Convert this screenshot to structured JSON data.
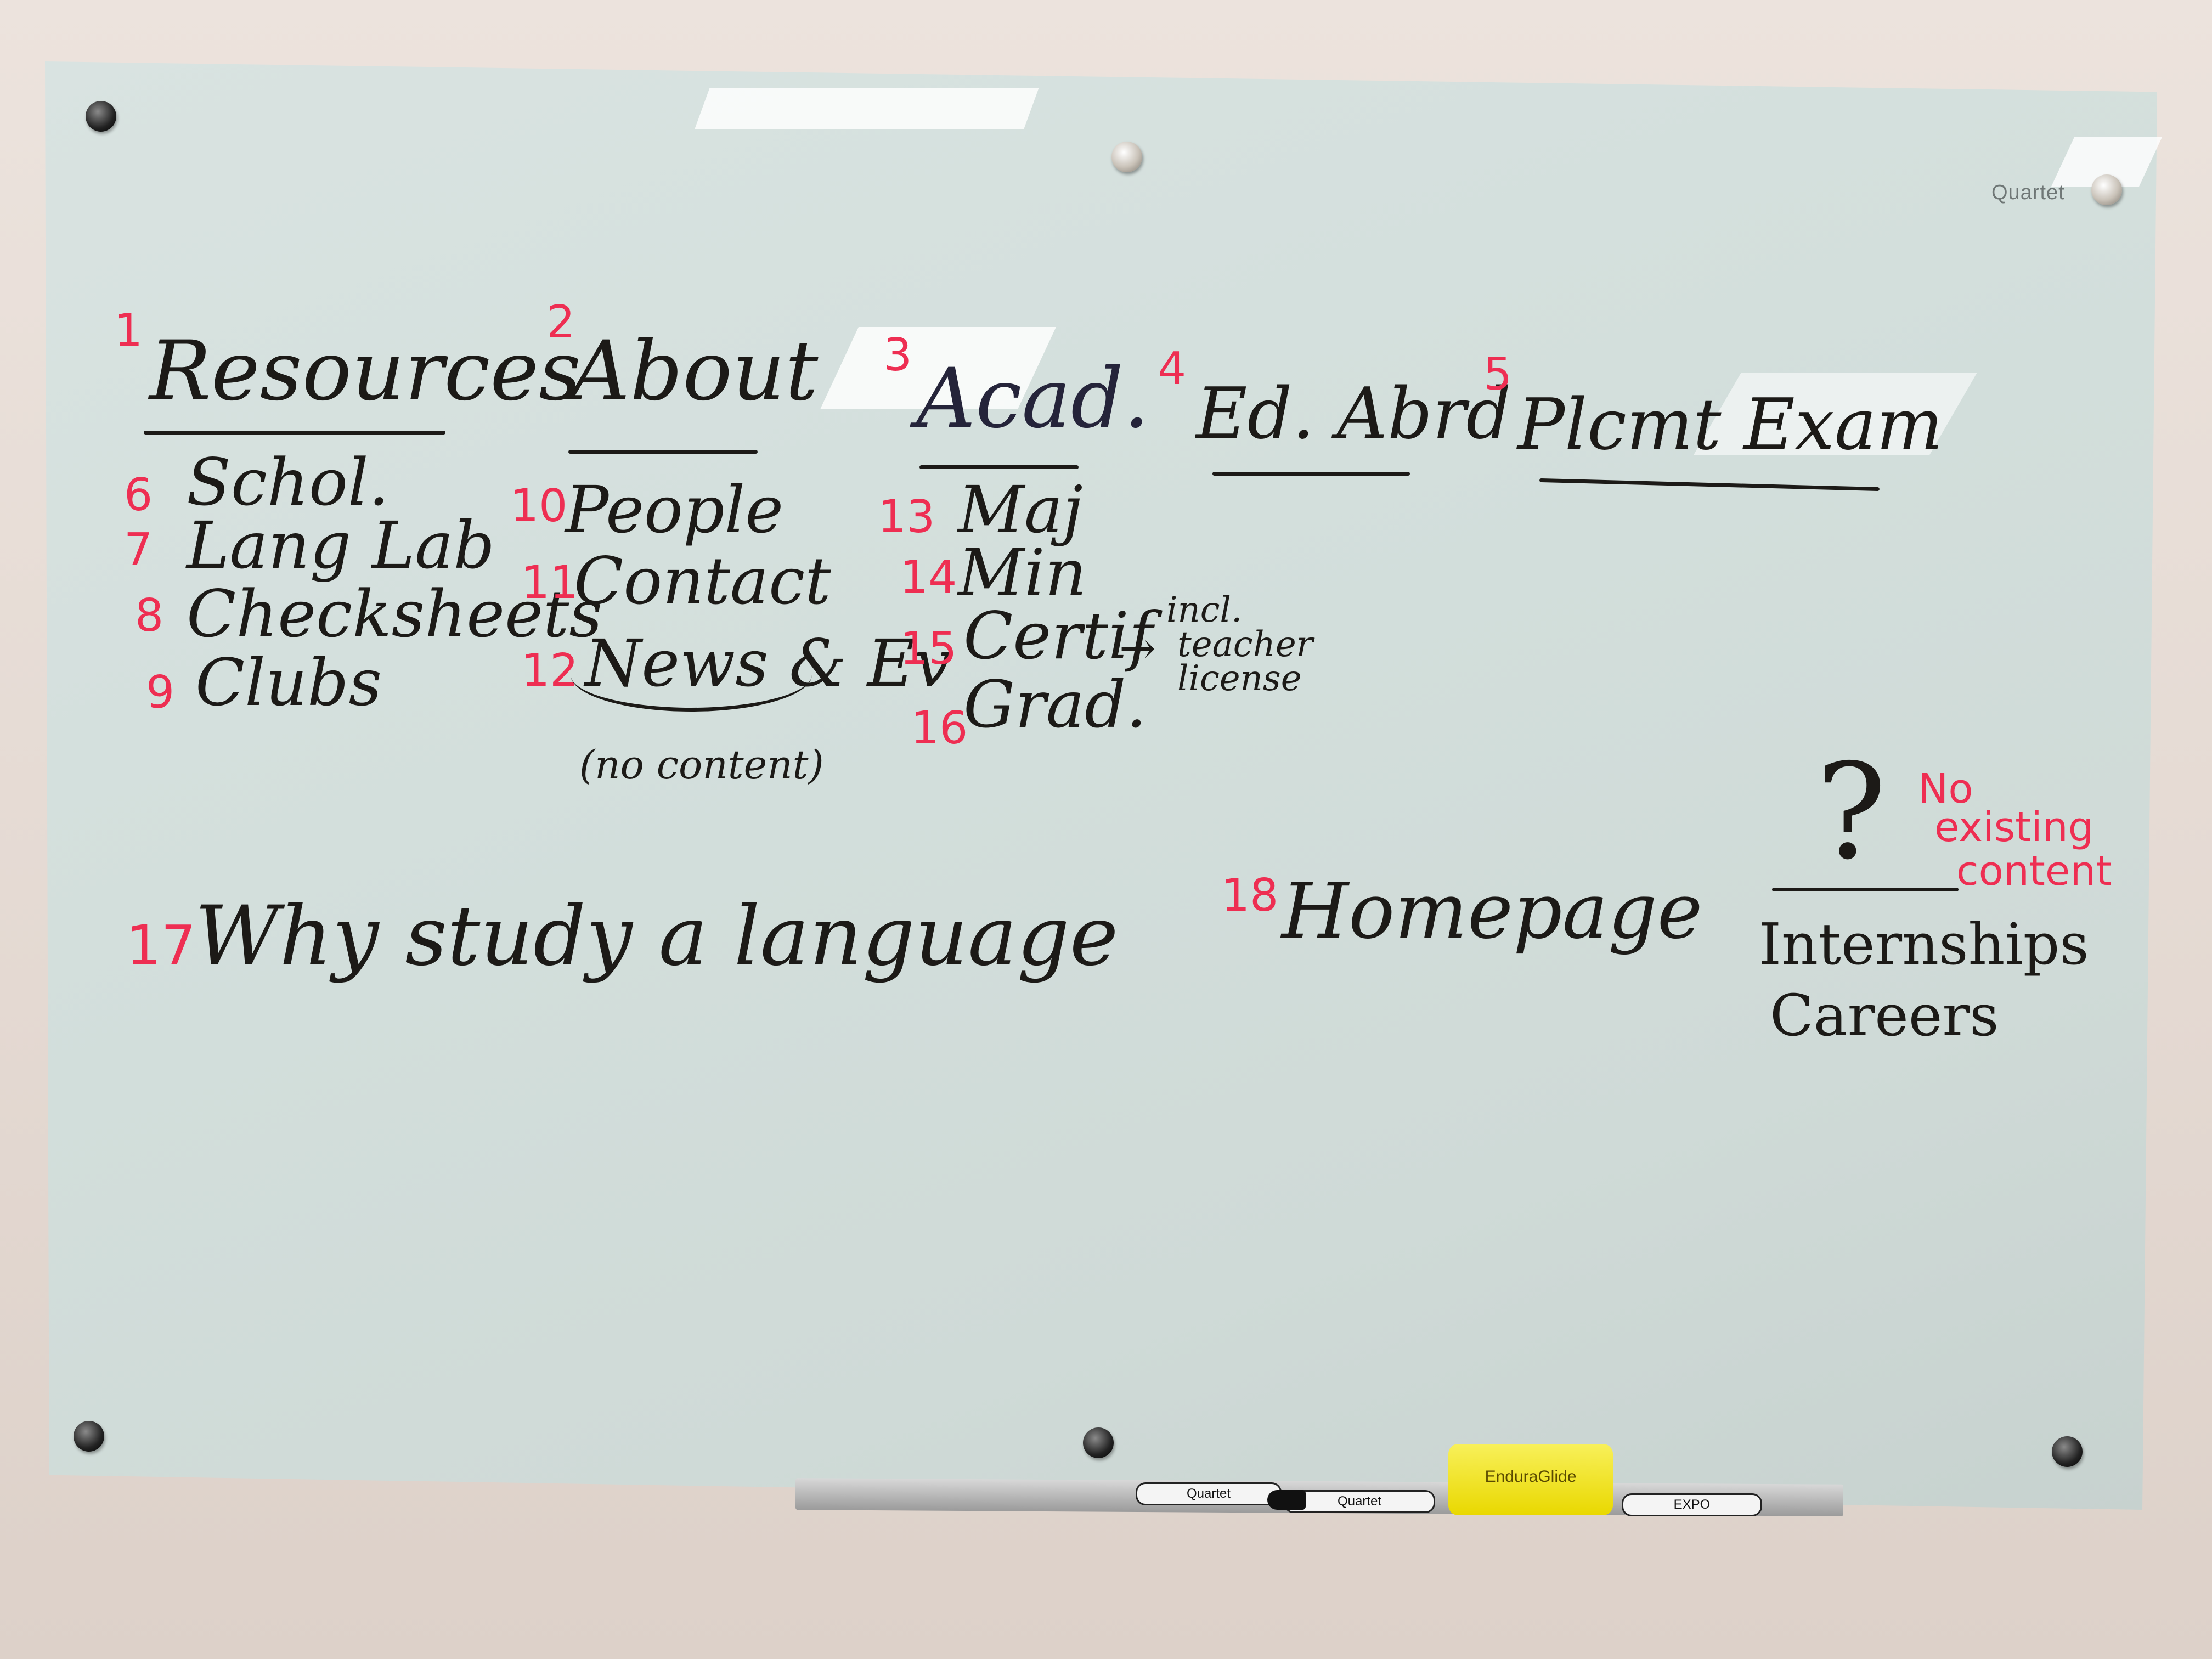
{
  "board": {
    "brand": "Quartet",
    "sections": [
      {
        "num": "1",
        "title": "Resources",
        "items": [
          {
            "num": "6",
            "label": "Schol."
          },
          {
            "num": "7",
            "label": "Lang Lab"
          },
          {
            "num": "8",
            "label": "Checksheets"
          },
          {
            "num": "9",
            "label": "Clubs"
          }
        ]
      },
      {
        "num": "2",
        "title": "About",
        "items": [
          {
            "num": "10",
            "label": "People"
          },
          {
            "num": "11",
            "label": "Contact"
          },
          {
            "num": "12",
            "label": "News & Ev"
          }
        ],
        "note": "(no content)"
      },
      {
        "num": "3",
        "title": "Acad.",
        "items": [
          {
            "num": "13",
            "label": "Maj"
          },
          {
            "num": "14",
            "label": "Min"
          },
          {
            "num": "15",
            "label": "Certif"
          },
          {
            "num": "16",
            "label": "Grad."
          }
        ],
        "arrow_note": [
          "incl.",
          "teacher",
          "license"
        ]
      },
      {
        "num": "4",
        "title": "Ed. Abrd",
        "items": []
      },
      {
        "num": "5",
        "title": "Plcmt Exam",
        "items": []
      }
    ],
    "why_study": {
      "num": "17",
      "label": "Why study a language"
    },
    "homepage": {
      "num": "18",
      "label": "Homepage"
    },
    "unknown": {
      "symbol": "?",
      "note": [
        "No",
        "existing",
        "content"
      ],
      "items": [
        "Internships",
        "Careers"
      ]
    }
  },
  "tray": {
    "markers": [
      "Quartet",
      "Quartet",
      "EXPO"
    ],
    "eraser": "EnduraGlide"
  }
}
